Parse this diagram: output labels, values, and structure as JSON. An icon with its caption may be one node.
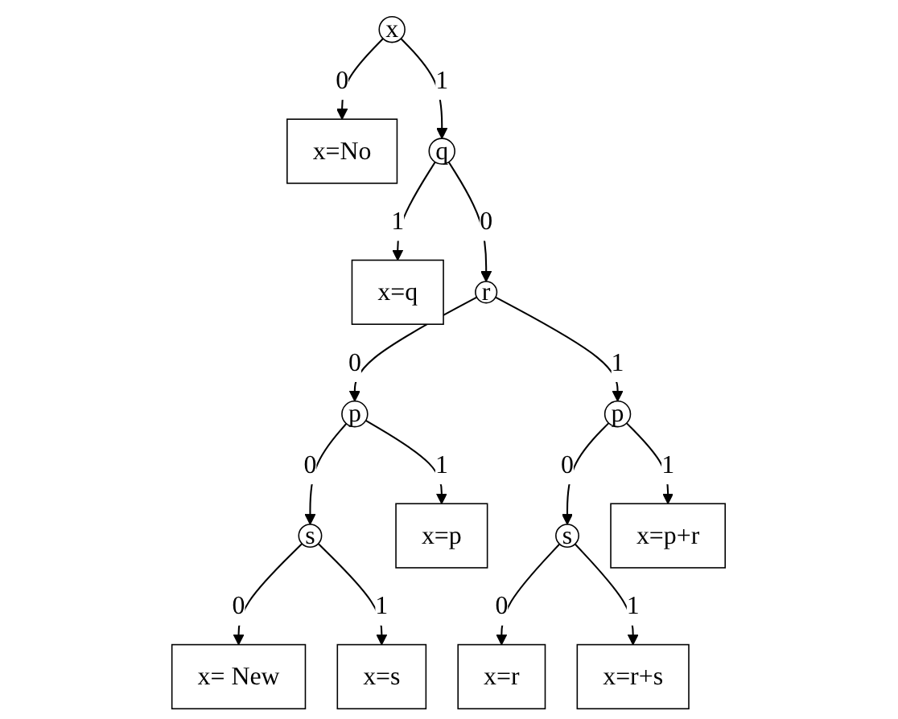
{
  "diagram": {
    "nodes": [
      {
        "text": [
          "x"
        ]
      },
      {
        "text": [
          "x=No"
        ]
      },
      {
        "text": [
          "q"
        ]
      },
      {
        "text": [
          "x=q"
        ]
      },
      {
        "text": [
          "r"
        ]
      },
      {
        "text": [
          "p"
        ]
      },
      {
        "text": [
          "p"
        ]
      },
      {
        "text": [
          "s"
        ]
      },
      {
        "text": [
          "x=p"
        ]
      },
      {
        "text": [
          "s"
        ]
      },
      {
        "text": [
          "x=p+r"
        ]
      },
      {
        "text": [
          "x= New"
        ]
      },
      {
        "text": [
          "x=s"
        ]
      },
      {
        "text": [
          "x=r"
        ]
      },
      {
        "text": [
          "x=r+s"
        ]
      }
    ],
    "edges": [
      {
        "from": 0,
        "to": 1,
        "label": "0",
        "arrow": "to"
      },
      {
        "from": 0,
        "to": 2,
        "label": "1",
        "arrow": "to"
      },
      {
        "from": 2,
        "to": 4,
        "label": "0",
        "arrow": "to"
      },
      {
        "from": 2,
        "to": 3,
        "label": "1",
        "arrow": "to"
      },
      {
        "from": 4,
        "to": 5,
        "label": "0",
        "arrow": "to"
      },
      {
        "from": 4,
        "to": 6,
        "label": "1",
        "arrow": "to"
      },
      {
        "from": 5,
        "to": 7,
        "label": "0",
        "arrow": "to"
      },
      {
        "from": 5,
        "to": 8,
        "label": "1",
        "arrow": "to"
      },
      {
        "from": 6,
        "to": 9,
        "label": "0",
        "arrow": "to"
      },
      {
        "from": 6,
        "to": 10,
        "label": "1",
        "arrow": "to"
      },
      {
        "from": 7,
        "to": 11,
        "label": "0",
        "arrow": "to"
      },
      {
        "from": 7,
        "to": 12,
        "label": "1",
        "arrow": "to"
      },
      {
        "from": 9,
        "to": 13,
        "label": "0",
        "arrow": "to"
      },
      {
        "from": 9,
        "to": 14,
        "label": "1",
        "arrow": "to"
      }
    ]
  }
}
